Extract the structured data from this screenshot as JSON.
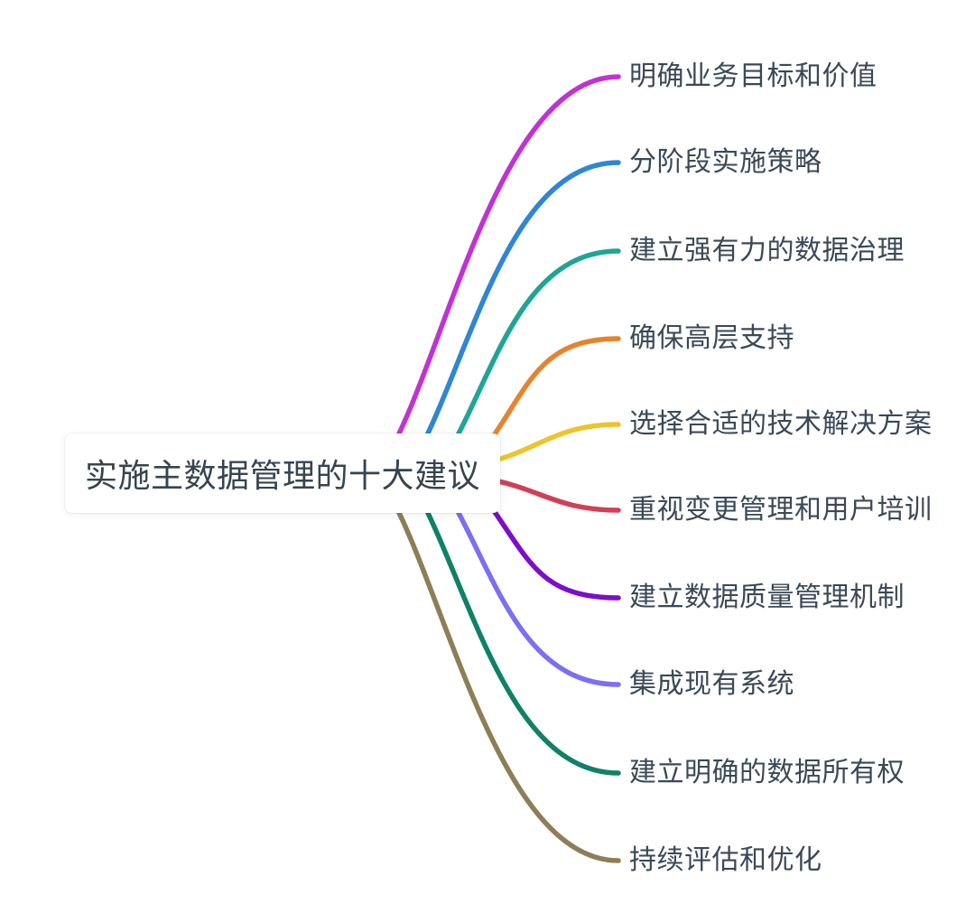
{
  "mindmap": {
    "root": {
      "label": "实施主数据管理的十大建议"
    },
    "branches": [
      {
        "label": "明确业务目标和价值",
        "color": "#c231d6"
      },
      {
        "label": "分阶段实施策略",
        "color": "#2e86d6"
      },
      {
        "label": "建立强有力的数据治理",
        "color": "#1ea595"
      },
      {
        "label": "确保高层支持",
        "color": "#e8832c"
      },
      {
        "label": "选择合适的技术解决方案",
        "color": "#eec32b"
      },
      {
        "label": "重视变更管理和用户培训",
        "color": "#d23f57"
      },
      {
        "label": "建立数据质量管理机制",
        "color": "#7b0fc9"
      },
      {
        "label": "集成现有系统",
        "color": "#7b6ff2"
      },
      {
        "label": "建立明确的数据所有权",
        "color": "#0f8167"
      },
      {
        "label": "持续评估和优化",
        "color": "#8d7e57"
      }
    ],
    "background_color": "#ffffff",
    "text_color": "#3a4857"
  }
}
